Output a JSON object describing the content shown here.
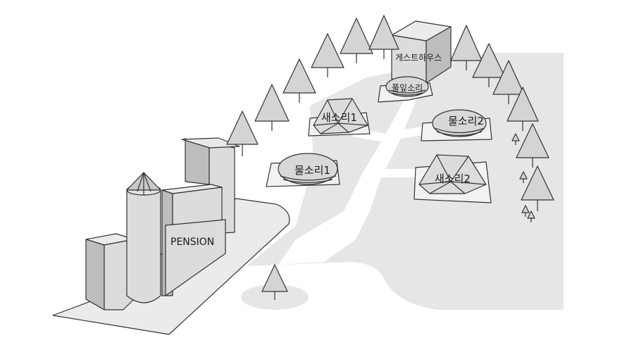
{
  "map": {
    "labels": {
      "guesthouse": "게스트하우스",
      "pulipsori": "풀잎소리",
      "saesori1": "새소리1",
      "saesori2": "새소리2",
      "mulsori1": "물소리1",
      "mulsori2": "물소리2",
      "pension": "PENSION"
    },
    "colors": {
      "ground": "#e6e6e6",
      "path": "#ffffff",
      "tree": "#d4d4d4",
      "building_light": "#dcdcdc",
      "building_dark": "#bdbdbd",
      "outline": "#333333"
    }
  }
}
